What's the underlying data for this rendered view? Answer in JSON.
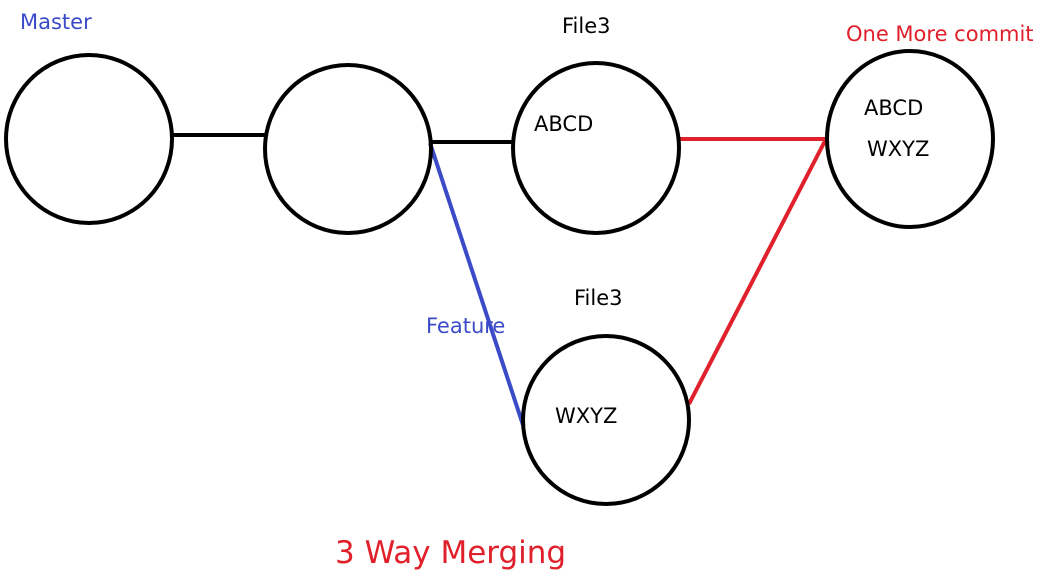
{
  "labels": {
    "master": "Master",
    "feature": "Feature",
    "file3_top": "File3",
    "file3_bottom": "File3",
    "one_more_commit": "One More commit",
    "title": "3 Way Merging"
  },
  "nodes": {
    "commit_c": {
      "line1": "ABCD"
    },
    "commit_feature": {
      "line1": "WXYZ"
    },
    "commit_merge": {
      "line1": "ABCD",
      "line2": "WXYZ"
    }
  },
  "colors": {
    "master_edge": "#000000",
    "feature_edge": "#3b4bc8",
    "merge_edge": "#e0202a",
    "node_stroke": "#000000"
  }
}
